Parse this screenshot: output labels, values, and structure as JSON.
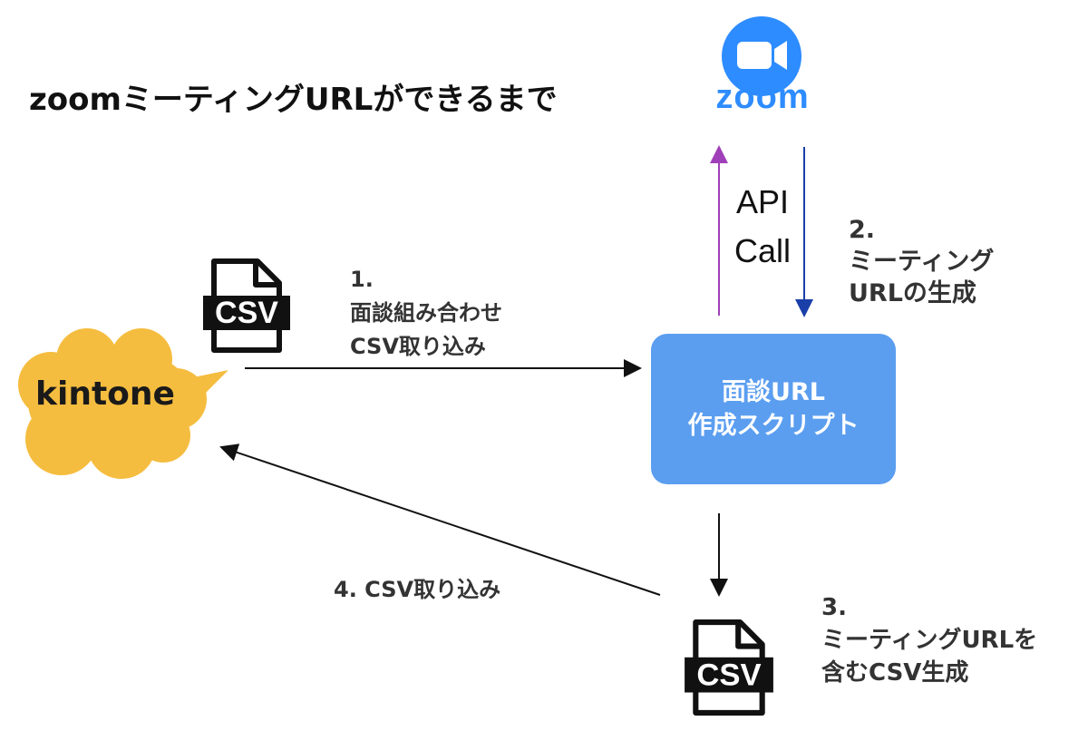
{
  "title": "zoomミーティングURLができるまで",
  "zoom": {
    "icon": "video-camera-icon",
    "wordmark": "zoom",
    "brand_color": "#2D8CFF"
  },
  "api_call": {
    "line1": "API",
    "line2": "Call"
  },
  "step2": {
    "number": "2.",
    "line1": "ミーティング",
    "line2": "URLの生成"
  },
  "step1": {
    "number": "1.",
    "line1": "面談組み合わせ",
    "line2": "CSV取り込み"
  },
  "script_box": {
    "line1": "面談URL",
    "line2": "作成スクリプト",
    "color": "#5B9EF0"
  },
  "kintone": {
    "label": "kintone",
    "color": "#F5BD3F"
  },
  "csv_icon": {
    "label": "CSV"
  },
  "step4": {
    "label": "4. CSV取り込み"
  },
  "step3": {
    "number": "3.",
    "line1": "ミーティングURLを",
    "line2": "含むCSV生成"
  },
  "colors": {
    "api_call_arrow": "#A040B8",
    "url_return_arrow": "#1A3FA8",
    "flow_arrow": "#111111"
  }
}
